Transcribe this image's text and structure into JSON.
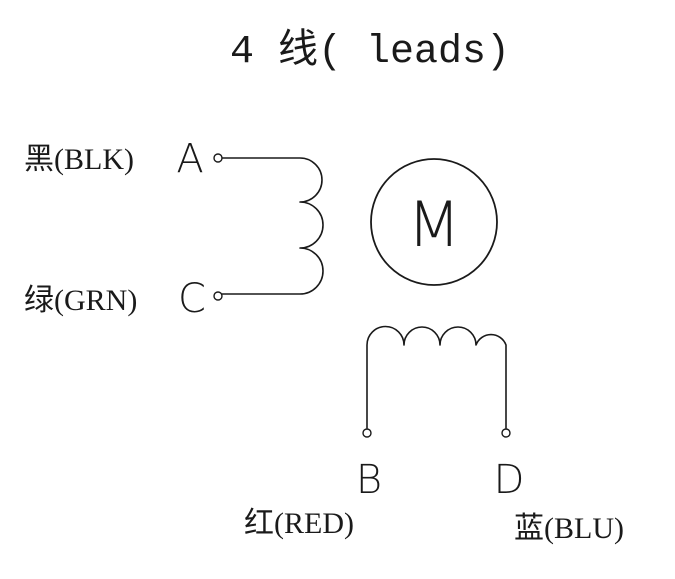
{
  "title": "4 线( leads)",
  "motor": {
    "symbol": "M"
  },
  "terminals": {
    "A": {
      "letter": "A",
      "wire": "黑(BLK)"
    },
    "C": {
      "letter": "C",
      "wire": "绿(GRN)"
    },
    "B": {
      "letter": "B",
      "wire": "红(RED)"
    },
    "D": {
      "letter": "D",
      "wire": "蓝(BLU)"
    }
  }
}
